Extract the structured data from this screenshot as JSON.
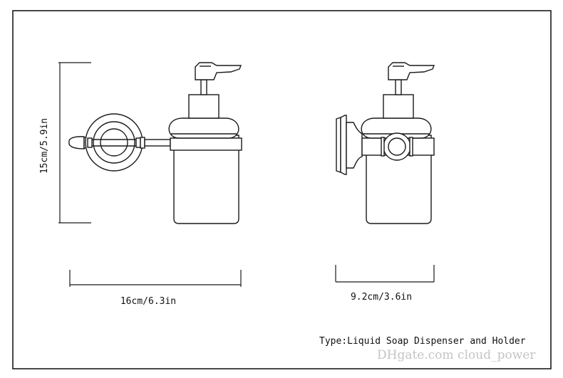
{
  "dimensions": {
    "height": "15cm/5.9in",
    "width_front": "16cm/6.3in",
    "width_side": "9.2cm/3.6in"
  },
  "caption": "Type:Liquid Soap Dispenser and Holder",
  "watermark": "DHgate.com cloud_power",
  "colors": {
    "line": "#1a1a1a",
    "background": "#ffffff",
    "watermark": "#c4c4c4"
  }
}
